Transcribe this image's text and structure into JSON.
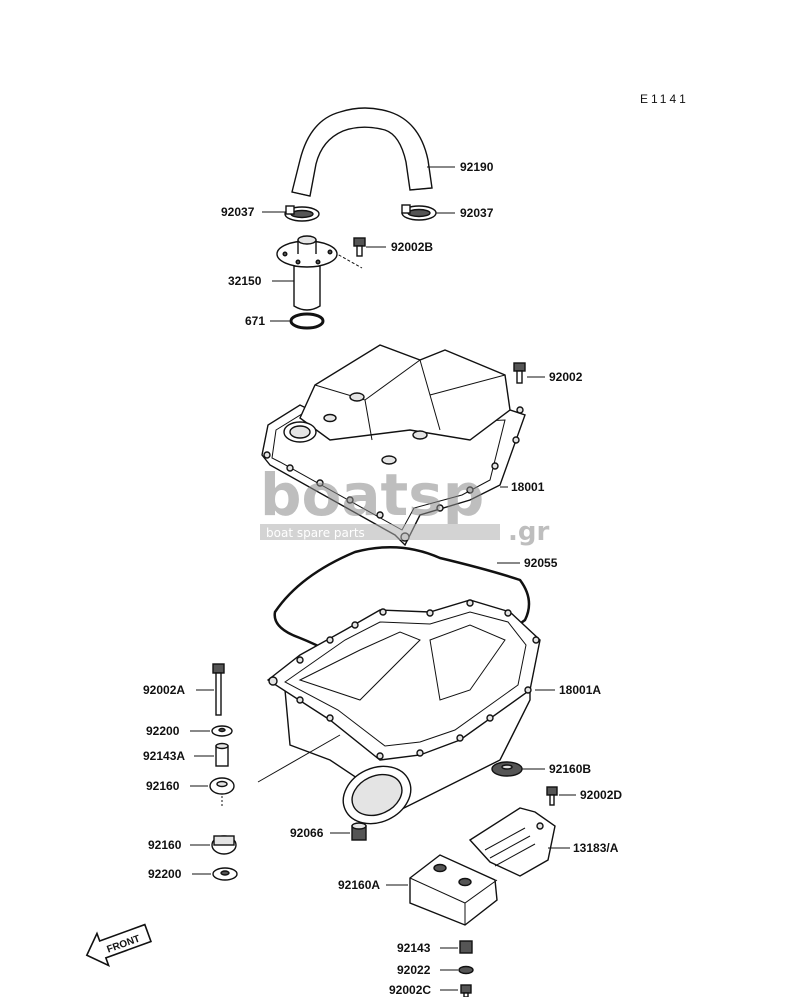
{
  "diagram": {
    "ref_code": "E1141",
    "front_label": "FRONT",
    "watermark": {
      "brand": "boatsp",
      "tld": ".gr",
      "tagline": "boat spare parts"
    }
  },
  "labels": {
    "p92190": "92190",
    "p92037_left": "92037",
    "p92037_right": "92037",
    "p92002B": "92002B",
    "p32150": "32150",
    "p671": "671",
    "p92002": "92002",
    "p18001": "18001",
    "p92055": "92055",
    "p92002A": "92002A",
    "p18001A": "18001A",
    "p92200_top": "92200",
    "p92143A": "92143A",
    "p92160_top": "92160",
    "p92160B": "92160B",
    "p92002D": "92002D",
    "p92160_bot": "92160",
    "p92066": "92066",
    "p13183A": "13183/A",
    "p92200_bot": "92200",
    "p92160A": "92160A",
    "p92143": "92143",
    "p92022": "92022",
    "p92002C": "92002C"
  }
}
